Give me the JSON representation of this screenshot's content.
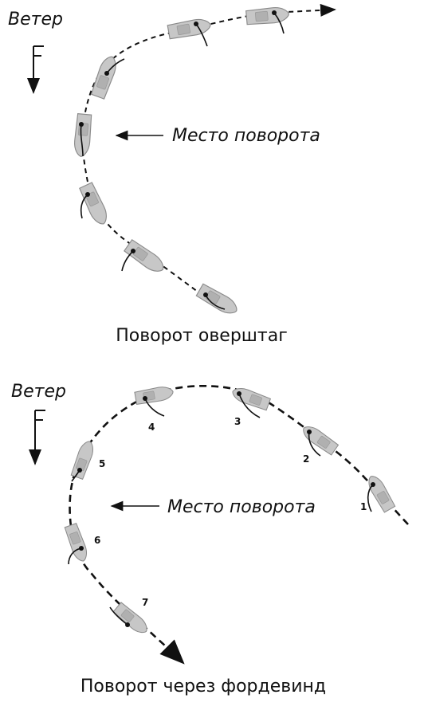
{
  "top_panel": {
    "wind_label": "Ветер",
    "turn_place_label": "Место поворота",
    "caption": "Поворот оверштаг"
  },
  "bottom_panel": {
    "wind_label": "Ветер",
    "turn_place_label": "Место поворота",
    "caption": "Поворот через фордевинд",
    "boat_numbers": [
      "1",
      "2",
      "3",
      "4",
      "5",
      "6",
      "7"
    ]
  },
  "icons": {
    "wind_direction": "wind-arrow-down-icon",
    "boat": "sailboat-icon"
  }
}
